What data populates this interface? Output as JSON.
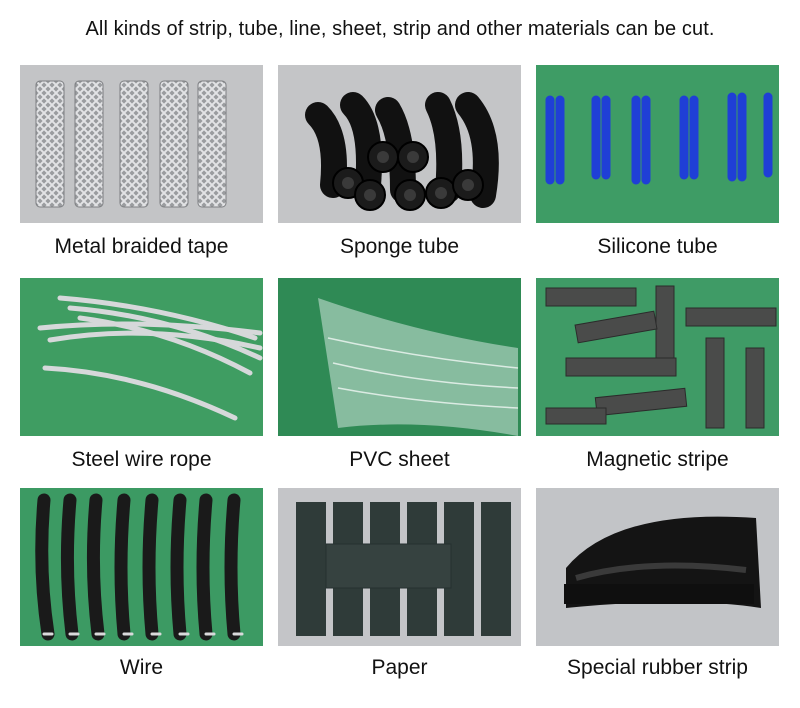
{
  "headline": "All kinds of strip, tube, line, sheet, strip and other materials can be cut.",
  "items": [
    {
      "caption": "Metal braided tape",
      "icon": "metal-braided-tape-photo"
    },
    {
      "caption": "Sponge tube",
      "icon": "sponge-tube-photo"
    },
    {
      "caption": "Silicone tube",
      "icon": "silicone-tube-photo"
    },
    {
      "caption": "Steel wire rope",
      "icon": "steel-wire-rope-photo"
    },
    {
      "caption": "PVC sheet",
      "icon": "pvc-sheet-photo"
    },
    {
      "caption": "Magnetic stripe",
      "icon": "magnetic-stripe-photo"
    },
    {
      "caption": "Wire",
      "icon": "wire-photo"
    },
    {
      "caption": "Paper",
      "icon": "paper-photo"
    },
    {
      "caption": "Special rubber strip",
      "icon": "special-rubber-strip-photo"
    }
  ],
  "colors": {
    "grey_bg": "#bfc0c2",
    "green_bg": "#3d9a63",
    "silicone_blue": "#1f3fd6",
    "paper_dark": "#2f3b39"
  }
}
